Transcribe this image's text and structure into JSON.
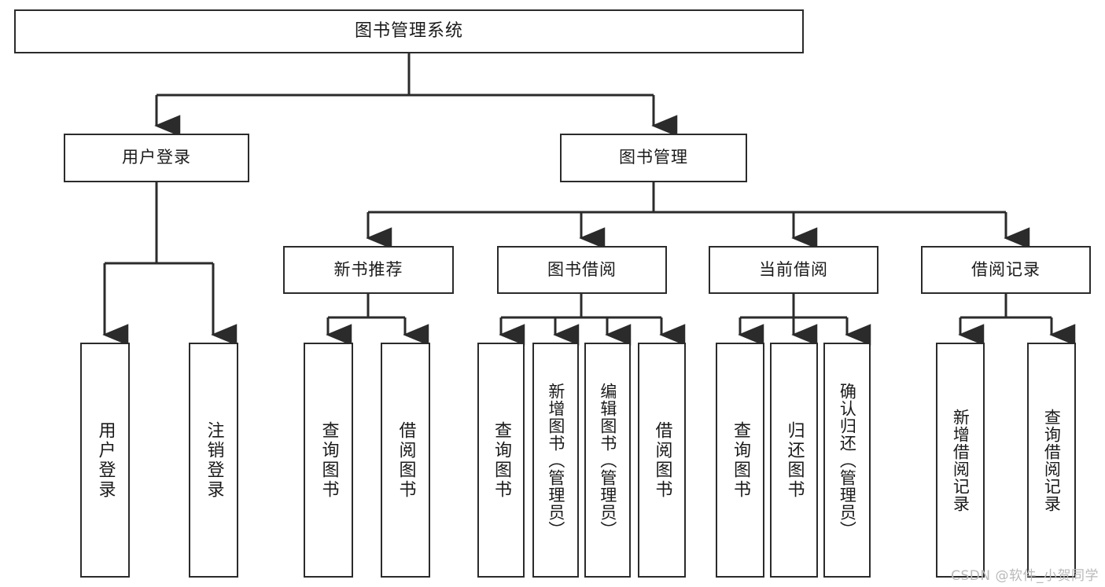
{
  "diagram": {
    "type": "tree",
    "title": "图书管理系统",
    "root": {
      "id": "root",
      "label": "图书管理系统"
    },
    "level1": [
      {
        "id": "user-login",
        "label": "用户登录"
      },
      {
        "id": "book-manage",
        "label": "图书管理"
      }
    ],
    "level2": [
      {
        "id": "new-book-recommend",
        "label": "新书推荐",
        "parent": "book-manage"
      },
      {
        "id": "book-borrow",
        "label": "图书借阅",
        "parent": "book-manage"
      },
      {
        "id": "current-borrow",
        "label": "当前借阅",
        "parent": "book-manage"
      },
      {
        "id": "borrow-record",
        "label": "借阅记录",
        "parent": "book-manage"
      }
    ],
    "leaves": [
      {
        "id": "leaf-user-login",
        "label": "用户登录",
        "parent": "user-login"
      },
      {
        "id": "leaf-user-logout",
        "label": "注销登录",
        "parent": "user-login"
      },
      {
        "id": "leaf-query-book-1",
        "label": "查询图书",
        "parent": "new-book-recommend"
      },
      {
        "id": "leaf-borrow-book-1",
        "label": "借阅图书",
        "parent": "new-book-recommend"
      },
      {
        "id": "leaf-query-book-2",
        "label": "查询图书",
        "parent": "book-borrow"
      },
      {
        "id": "leaf-add-book",
        "label": "新增图书（管理员）",
        "parent": "book-borrow"
      },
      {
        "id": "leaf-edit-book",
        "label": "编辑图书（管理员）",
        "parent": "book-borrow"
      },
      {
        "id": "leaf-borrow-book-2",
        "label": "借阅图书",
        "parent": "book-borrow"
      },
      {
        "id": "leaf-query-book-3",
        "label": "查询图书",
        "parent": "current-borrow"
      },
      {
        "id": "leaf-return-book",
        "label": "归还图书",
        "parent": "current-borrow"
      },
      {
        "id": "leaf-confirm-return",
        "label": "确认归还（管理员）",
        "parent": "current-borrow"
      },
      {
        "id": "leaf-add-record",
        "label": "新增借阅记录",
        "parent": "borrow-record"
      },
      {
        "id": "leaf-query-record",
        "label": "查询借阅记录",
        "parent": "borrow-record"
      }
    ],
    "colors": {
      "stroke": "#2b2b2b",
      "fill": "#ffffff",
      "text": "#1a1a1a",
      "watermark": "#b9b9b9"
    }
  },
  "watermark": {
    "text": "CSDN @软件_小贺同学"
  }
}
